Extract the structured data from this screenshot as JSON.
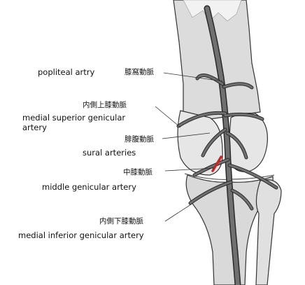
{
  "labels": {
    "popliteal_en": "popliteal artry",
    "popliteal_jp": "膝窩動脈",
    "medial_superior_jp": "内側上膝動脈",
    "medial_superior_en_line1": "medial superior genicular",
    "medial_superior_en_line2": "artery",
    "sural_jp": "腓腹動脈",
    "sural_en": "sural arteries",
    "middle_jp": "中膝動脈",
    "middle_en": "middle genicular artery",
    "medial_inferior_jp": "内側下膝動脈",
    "medial_inferior_en": "medial inferior genicular artery"
  },
  "colors": {
    "artery": "#707070",
    "artery_outline": "#2a2a2a",
    "bone_fill": "#d9d9d9",
    "bone_light": "#ececec",
    "outline": "#333333",
    "highlight": "#c62828"
  }
}
